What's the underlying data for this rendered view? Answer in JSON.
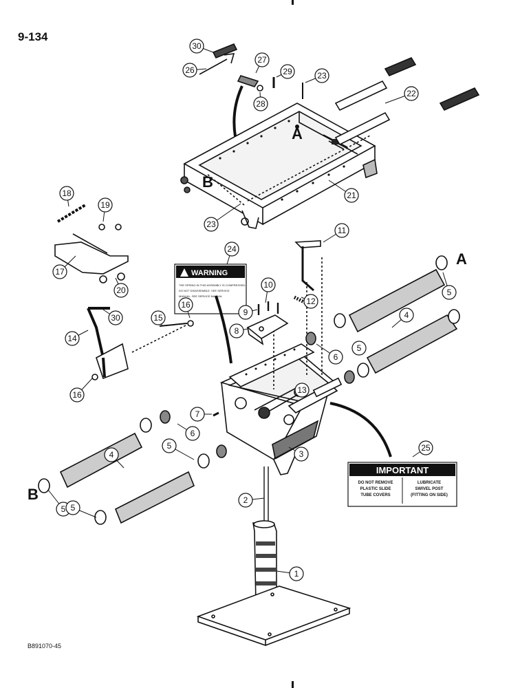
{
  "page": {
    "number": "9-134",
    "drawing_code": "B891070-45"
  },
  "view_letters": {
    "a": "A",
    "b": "B"
  },
  "warning_decal": {
    "title": "WARNING",
    "fine_print": [
      "THE SPRING IN THIS ASSEMBLY IS COMPRESSED.",
      "DO NOT DISASSEMBLE. SEE SERVICE",
      "MANUAL. SEE SERVICE MANUAL"
    ]
  },
  "important_decal": {
    "title": "IMPORTANT",
    "left_text": [
      "DO NOT REMOVE",
      "PLASTIC SLIDE",
      "TUBE COVERS"
    ],
    "right_text": [
      "LUBRICATE",
      "SWIVEL POST",
      "(FITTING ON SIDE)"
    ]
  },
  "callouts": [
    "30",
    "27",
    "26",
    "29",
    "23",
    "28",
    "22",
    "21",
    "23",
    "18",
    "19",
    "17",
    "20",
    "24",
    "11",
    "10",
    "9",
    "8",
    "12",
    "14",
    "30",
    "15",
    "16",
    "16",
    "5",
    "4",
    "5",
    "6",
    "13",
    "7",
    "6",
    "5",
    "4",
    "5",
    "3",
    "25",
    "2",
    "1",
    "5"
  ]
}
